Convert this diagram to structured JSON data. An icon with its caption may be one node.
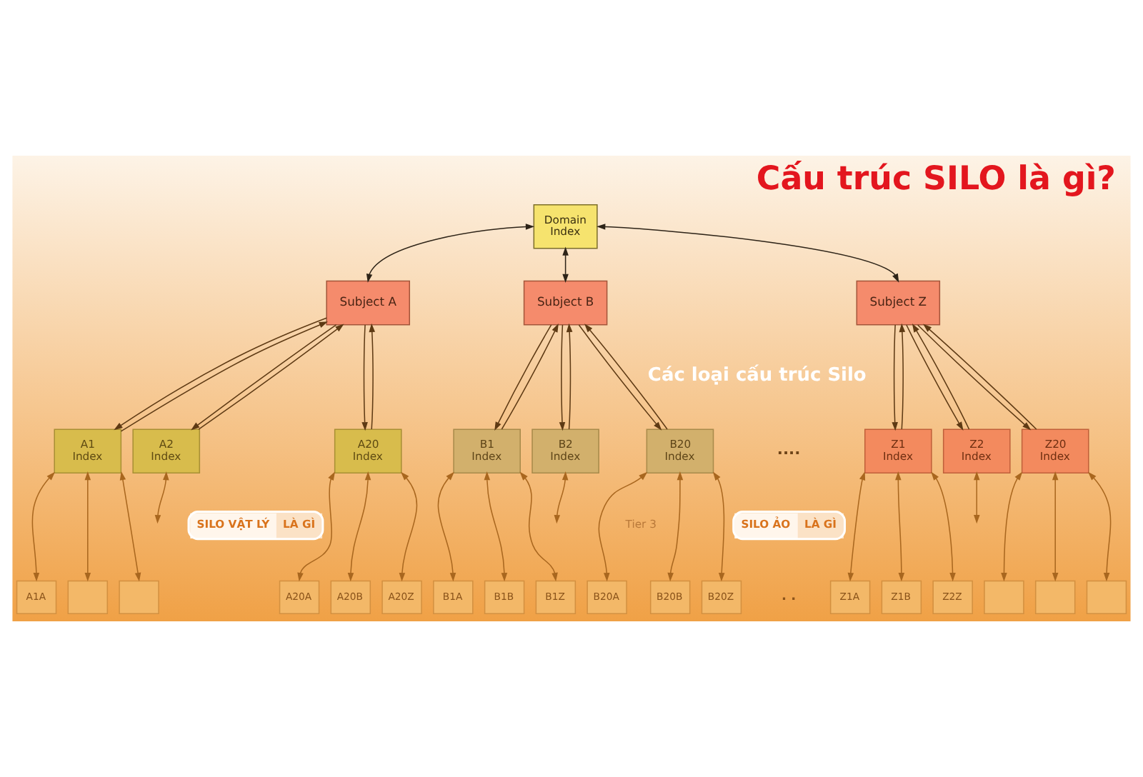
{
  "diagram": {
    "title": "Cấu trúc SILO là gì?",
    "nodes": [
      {
        "text": [
          "Domain Index"
        ]
      },
      {
        "text": [
          "Subject A"
        ]
      },
      {
        "text": [
          "Subject B"
        ]
      },
      {
        "text": [
          "Subject Z"
        ]
      },
      {
        "text": [
          "A1 Index"
        ]
      },
      {
        "text": [
          "A2 Index"
        ]
      },
      {
        "text": [
          "A20 Index"
        ]
      },
      {
        "text": [
          "B1 Index"
        ]
      },
      {
        "text": [
          "B2 Index"
        ]
      },
      {
        "text": [
          "B20 Index"
        ]
      },
      {
        "text": [
          "Z1 Index"
        ]
      },
      {
        "text": [
          "Z2 Index"
        ]
      },
      {
        "text": [
          "Z20 Index"
        ]
      },
      {
        "text": [
          "SILO VẬT LÝ",
          "LÀ GÌ"
        ]
      },
      {
        "text": [
          "SILO ẢO",
          "LÀ GÌ"
        ]
      },
      {
        "text": [
          "A1A"
        ]
      },
      {
        "text": [],
        "shape": "box"
      },
      {
        "text": [],
        "shape": "box"
      },
      {
        "text": [
          "A20A"
        ]
      },
      {
        "text": [
          "A20B"
        ]
      },
      {
        "text": [
          "A20Z"
        ]
      },
      {
        "text": [
          "B1A"
        ]
      },
      {
        "text": [
          "B1B"
        ]
      },
      {
        "text": [
          "B1Z"
        ]
      },
      {
        "text": [
          "B20A"
        ]
      },
      {
        "text": [
          "B20B"
        ]
      },
      {
        "text": [
          "B20Z"
        ]
      },
      {
        "text": [
          "Z1A"
        ]
      },
      {
        "text": [
          "Z1B"
        ]
      },
      {
        "text": [
          "Z2Z"
        ]
      },
      {
        "text": [],
        "shape": "box"
      },
      {
        "text": [],
        "shape": "box"
      },
      {
        "text": [],
        "shape": "box"
      }
    ],
    "edges": [
      {
        "from": 0,
        "to": 1,
        "arrow": "both",
        "color": "#2e2418"
      },
      {
        "from": 0,
        "to": 2,
        "arrow": "both",
        "color": "#2e2418"
      },
      {
        "from": 0,
        "to": 3,
        "arrow": "both",
        "color": "#2e2418"
      },
      {
        "from": 1,
        "to": 4,
        "arrow": "to",
        "color": "#5e3a14"
      },
      {
        "from": 4,
        "to": 1,
        "arrow": "to",
        "color": "#5e3a14"
      },
      {
        "from": 1,
        "to": 5,
        "arrow": "to",
        "color": "#5e3a14"
      },
      {
        "from": 5,
        "to": 1,
        "arrow": "to",
        "color": "#5e3a14"
      },
      {
        "from": 1,
        "to": 6,
        "arrow": "to",
        "color": "#5e3a14"
      },
      {
        "from": 6,
        "to": 1,
        "arrow": "to",
        "color": "#5e3a14"
      },
      {
        "from": 2,
        "to": 7,
        "arrow": "to",
        "color": "#5e3a14"
      },
      {
        "from": 7,
        "to": 2,
        "arrow": "to",
        "color": "#5e3a14"
      },
      {
        "from": 2,
        "to": 8,
        "arrow": "to",
        "color": "#5e3a14"
      },
      {
        "from": 8,
        "to": 2,
        "arrow": "to",
        "color": "#5e3a14"
      },
      {
        "from": 2,
        "to": 9,
        "arrow": "to",
        "color": "#5e3a14"
      },
      {
        "from": 9,
        "to": 2,
        "arrow": "to",
        "color": "#5e3a14"
      },
      {
        "from": 3,
        "to": 10,
        "arrow": "to",
        "color": "#5e3a14"
      },
      {
        "from": 10,
        "to": 3,
        "arrow": "to",
        "color": "#5e3a14"
      },
      {
        "from": 3,
        "to": 11,
        "arrow": "to",
        "color": "#5e3a14"
      },
      {
        "from": 11,
        "to": 3,
        "arrow": "to",
        "color": "#5e3a14"
      },
      {
        "from": 3,
        "to": 12,
        "arrow": "to",
        "color": "#5e3a14"
      },
      {
        "from": 12,
        "to": 3,
        "arrow": "to",
        "color": "#5e3a14"
      },
      {
        "from": 4,
        "to": 15,
        "arrow": "both"
      },
      {
        "from": 4,
        "to": 16,
        "arrow": "both"
      },
      {
        "from": 4,
        "to": 17,
        "arrow": "both"
      },
      {
        "from": 5,
        "to": null,
        "arrow": "both"
      },
      {
        "from": 6,
        "to": 18,
        "arrow": "both"
      },
      {
        "from": 6,
        "to": 19,
        "arrow": "both"
      },
      {
        "from": 6,
        "to": 20,
        "arrow": "both"
      },
      {
        "from": 7,
        "to": 21,
        "arrow": "both"
      },
      {
        "from": 7,
        "to": 22,
        "arrow": "both"
      },
      {
        "from": 7,
        "to": 23,
        "arrow": "both"
      },
      {
        "from": 8,
        "to": null,
        "arrow": "both"
      },
      {
        "from": 9,
        "to": 24,
        "arrow": "both"
      },
      {
        "from": 9,
        "to": 25,
        "arrow": "both"
      },
      {
        "from": 9,
        "to": 26,
        "arrow": "both"
      },
      {
        "from": 10,
        "to": 27,
        "arrow": "both"
      },
      {
        "from": 10,
        "to": 28,
        "arrow": "both"
      },
      {
        "from": 10,
        "to": 29,
        "arrow": "both"
      },
      {
        "from": 11,
        "to": null,
        "arrow": "both"
      },
      {
        "from": 12,
        "to": 30,
        "arrow": "both"
      },
      {
        "from": 12,
        "to": 31,
        "arrow": "both"
      },
      {
        "from": 12,
        "to": 32,
        "arrow": "both"
      }
    ],
    "labels": [
      "Các loại cấu trúc Silo",
      "....",
      "Tier 3",
      ". ."
    ]
  }
}
